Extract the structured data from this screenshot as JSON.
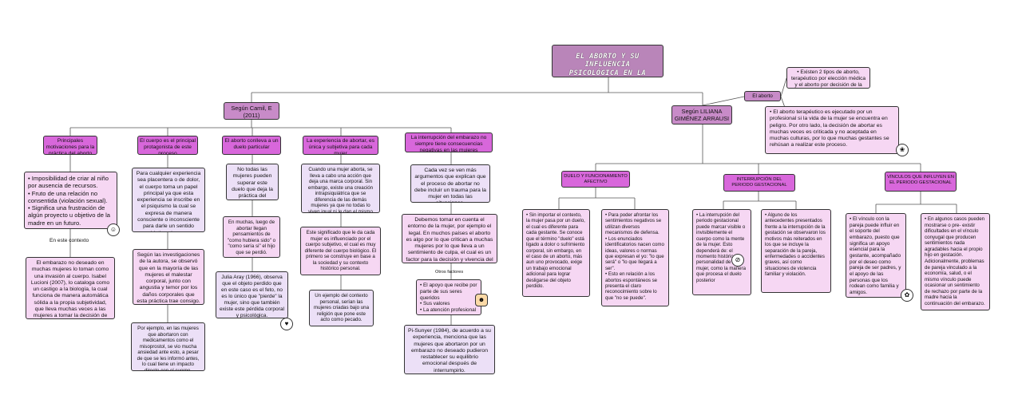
{
  "title": {
    "line1": "EL ABORTO Y SU INFLUENCIA",
    "line2": "PSICOLÓGICA EN LA MUJER"
  },
  "left_author": {
    "line1": "Según Camil, E",
    "line2": "(2011)"
  },
  "right_author": {
    "line1": "Según LILIANA",
    "line2": "GIMÉNEZ ARRAUSI"
  },
  "aborto_label": "El aborto",
  "tipos_aborto": "• Existen 2 tipos de aborto, terapéutico por elección médica y el aborto por decisión de la gestante",
  "terapeutico": "• El aborto terapéutico es ejecutado por un profesional si la vida de la mujer se encuentra en peligro. Por otro lado, la decisión de abortar es muchas veces es criticada y no aceptada en muchas culturas, por lo que muchas gestantes se rehúsan a realizar este proceso.",
  "col1": {
    "header": "Principales motivaciones para la práctica del aborto",
    "list": [
      "• Imposibilidad de criar al niño por ausencia de recursos.",
      "• Fruto de una relación no consentida (violación sexual).",
      "• Significa una frustración de algún proyecto u objetivo de la madre en un futuro."
    ],
    "context_label": "En este contexto",
    "context_text": "El embarazo no deseado en muchas mujeres lo toman como una invasión al cuerpo. Isabel Lucioni (2007), lo cataloga como un castigo a la biología, la cual funciona de manera automática sólida a la propia subjetividad, que lleva muchas veces a las mujeres a tomar la decisión de abortar."
  },
  "col2": {
    "header": "El cuerpo es el principal protagonista de este proceso",
    "b1": "Para cualquier experiencia sea placentera o de dolor, el cuerpo toma un papel principal ya que esta experiencia se inscribe en el psiquismo la cual se expresa de manera consciente o inconsciente para darle un sentido subjetivo al cuerpo.",
    "b2": "Según las investigaciones de la autora, se observó que en la mayoría de las mujeres el malestar corporal, junto con angustia y temor por los daños corporales que esta práctica trae consigo.",
    "b3": "Por ejemplo, en las mujeres que abortaron con medicamentos como el misoprostol, se vio mucha ansiedad ante esto, a pesar de que se les informó antes, lo cual tiene un impacto directo con el cuerpo."
  },
  "col3": {
    "header": "El aborto conlleva a un duelo particular",
    "b1": "No todas las mujeres pueden superar este duelo que deja la práctica del aborto.",
    "b2": "En muchas, luego de abortar llegan pensamientos de \"como hubiera sido\" o \"como sería si\" el hijo que se perdió.",
    "b3": "Julia Aray (1966), observa que el objeto perdido que en este caso es el feto, no es lo único que \"pierde\" la mujer, sino que también existe este pérdida corporal y psicológica."
  },
  "col4": {
    "header": "La experiencia de abortar, es única y subjetiva para cada mujer",
    "b1": "Cuando una mujer aborta, se lleva a cabo una acción que deja una marca corporal. Sin embargo, existe una creación intrapsiquiátrica que se diferencia de las demás mujeres ya que no todas lo viven igual ni le dan el mismo significado.",
    "b2": "Este significado que le da cada mujer es influenciado por el cuerpo subjetivo, el cual es muy diferente del cuerpo biológico. El primero se construye en base a la sociedad y su contexto histórico personal.",
    "b3": "Un ejemplo del contexto personal, serían las mujeres criadas bajo una religión que pone este acto como pecado."
  },
  "col5": {
    "header": "La interrupción del embarazo no siempre tiene consecuencias negativas en las mujeres",
    "b1": "Cada vez se ven más argumentos que explican que el proceso de abortar no debe incluir un trauma para la mujer en todas las situaciones.",
    "b2": "Debemos tomar en cuenta el entorno de la mujer, por ejemplo el legal. En muchos países el aborto es algo por lo que critican a muchas mujeres por lo que lleva a un sentimiento de culpa, el cual es un factor para la decisión y vivencia del aborto",
    "otros_label": "Otros factores",
    "otros": [
      "• El apoyo que recibe por parte de sus seres queridos",
      "• Sus valores",
      "• La atención profesional"
    ],
    "b3": "Pi-Sunyer (1984), de acuerdo a su experiencia, menciona que las mujeres que abortaron por un embarazo no deseado pudieron restablecer su equilibrio emocional después de interrumpirlo."
  },
  "r1": {
    "header": "DUELO Y FUNCIONAMIENTO AFECTIVO",
    "a": "• Sin importar el contexto, la mujer pasa por un duelo, el cual es diferente para cada gestante. Se conoce que el término \"duelo\" está ligado a dolor o sufrimiento corporal, sin embargo, en el caso de un aborto, más aun uno provocado, exige un trabajo emocional adicional para lograr desligarse del objeto perdido.",
    "b": [
      "• Para poder afrontar los sentimientos negativos se utilizan diversos mecanismos de defensa.",
      "• Los enunciados identificatorios nacen como ideas, valores o normas que expresan el yo: \"lo que será\" o \"lo que llegará a ser\".",
      "• Esto en relación a los abortos espontáneos se presenta el claro reconocimiento sobre lo que \"no se puede\"."
    ]
  },
  "r2": {
    "header": "INTERRUPCIÓN DEL PERIODO GESTACIONAL",
    "a": "• La interrupción del periodo gestacional puede marcar visible o invisiblemente el cuerpo como la mente de la mujer. Esto dependerá de: el momento histórico, la personalidad de la mujer, como la manera que procesa el duelo posterior",
    "b": "• Alguno de los antecedentes presentados frente a la interrupción de la gestación se observaron los motivos más reiterados en los que se incluye la separación de la pareja, enfermedades o accidentes graves, así como situaciones de violencia familiar y violación."
  },
  "r3": {
    "header": "VÍNCULOS QUE INFLUYEN EN EL PERIODO GESTACIONAL",
    "a": "• El vínculo con la pareja puede influir en el soporte del embarazo, puesto que significa un apoyo esencial para la gestante, acompañado por el deseo como pareja de ser padres, y el apoyo de las personas que los rodean como familia y amigos.",
    "b": "• En algunos casos pueden mostrarse o pre- existir dificultades en el vínculo conyugal que producen sentimientos nada agradables hacia el propio hijo en gestación. Adicionalmente, problemas de pareja vinculado a la economía, salud, o el mismo vínculo puede ocasionar un sentimiento de rechazo por parte de la madre hacia la continuación del embarazo."
  }
}
